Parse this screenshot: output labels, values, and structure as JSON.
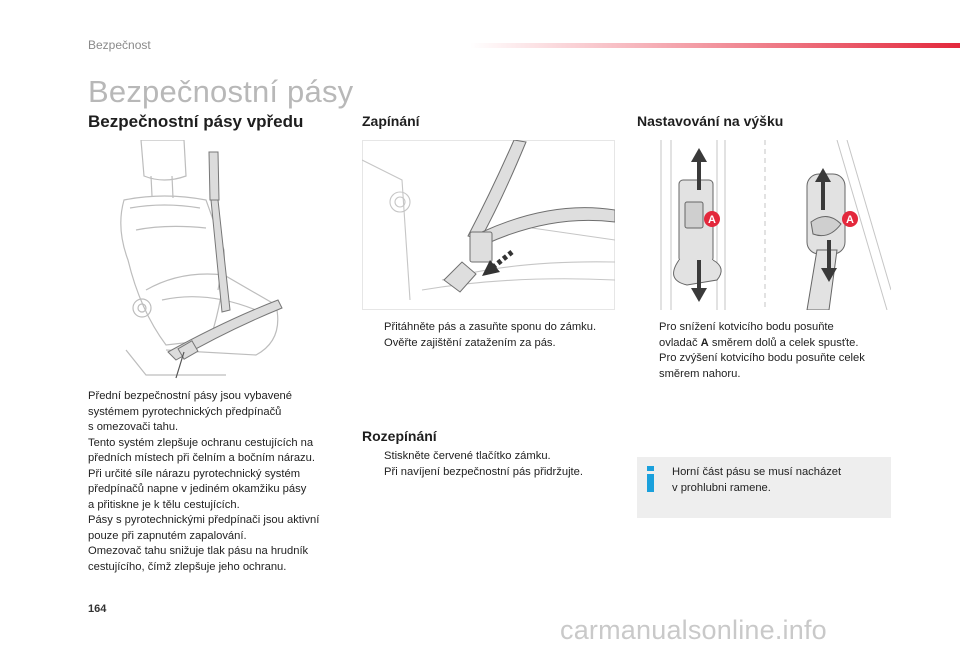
{
  "header": {
    "section": "Bezpečnost",
    "title": "Bezpečnostní pásy"
  },
  "front": {
    "heading": "Bezpečnostní pásy vpředu",
    "paragraph_lines": [
      "Přední bezpečnostní pásy jsou vybavené",
      "systémem pyrotechnických předpínačů",
      "s omezovači tahu.",
      "Tento systém zlepšuje ochranu cestujících na",
      "předních místech při čelním a bočním nárazu.",
      "Při určité síle nárazu pyrotechnický systém",
      "předpínačů napne v jediném okamžiku pásy",
      "a přitiskne je k tělu cestujících.",
      "Pásy s pyrotechnickými předpínači jsou aktivní",
      "pouze při zapnutém zapalování.",
      "Omezovač tahu snižuje tlak pásu na hrudník",
      "cestujícího, čímž zlepšuje jeho ochranu."
    ]
  },
  "fastening": {
    "heading": "Zapínání",
    "bullets": [
      "Přitáhněte pás a zasuňte sponu do zámku.",
      "Ověřte zajištění zatažením za pás."
    ]
  },
  "unfastening": {
    "heading": "Rozepínání",
    "bullets": [
      "Stiskněte červené tlačítko zámku.",
      "Při navíjení bezpečnostní pás přidržujte."
    ]
  },
  "height": {
    "heading": "Nastavování na výšku",
    "bullets": [
      [
        "Pro snížení kotvicího bodu posuňte",
        "ovladač A směrem dolů a celek spusťte."
      ],
      [
        "Pro zvýšení kotvicího bodu posuňte celek",
        "směrem nahoru."
      ]
    ],
    "marker": "A",
    "info_lines": [
      "Horní část pásu se musí nacházet",
      "v prohlubni ramene."
    ]
  },
  "bullet_symbol": "",
  "footer": {
    "page_number": "164",
    "watermark": "carmanualsonline.info"
  },
  "colors": {
    "accent": "#e3283c",
    "info_icon": "#1aa0dc",
    "info_bg": "#eeeeee",
    "title_gray": "#b8b8b8"
  }
}
